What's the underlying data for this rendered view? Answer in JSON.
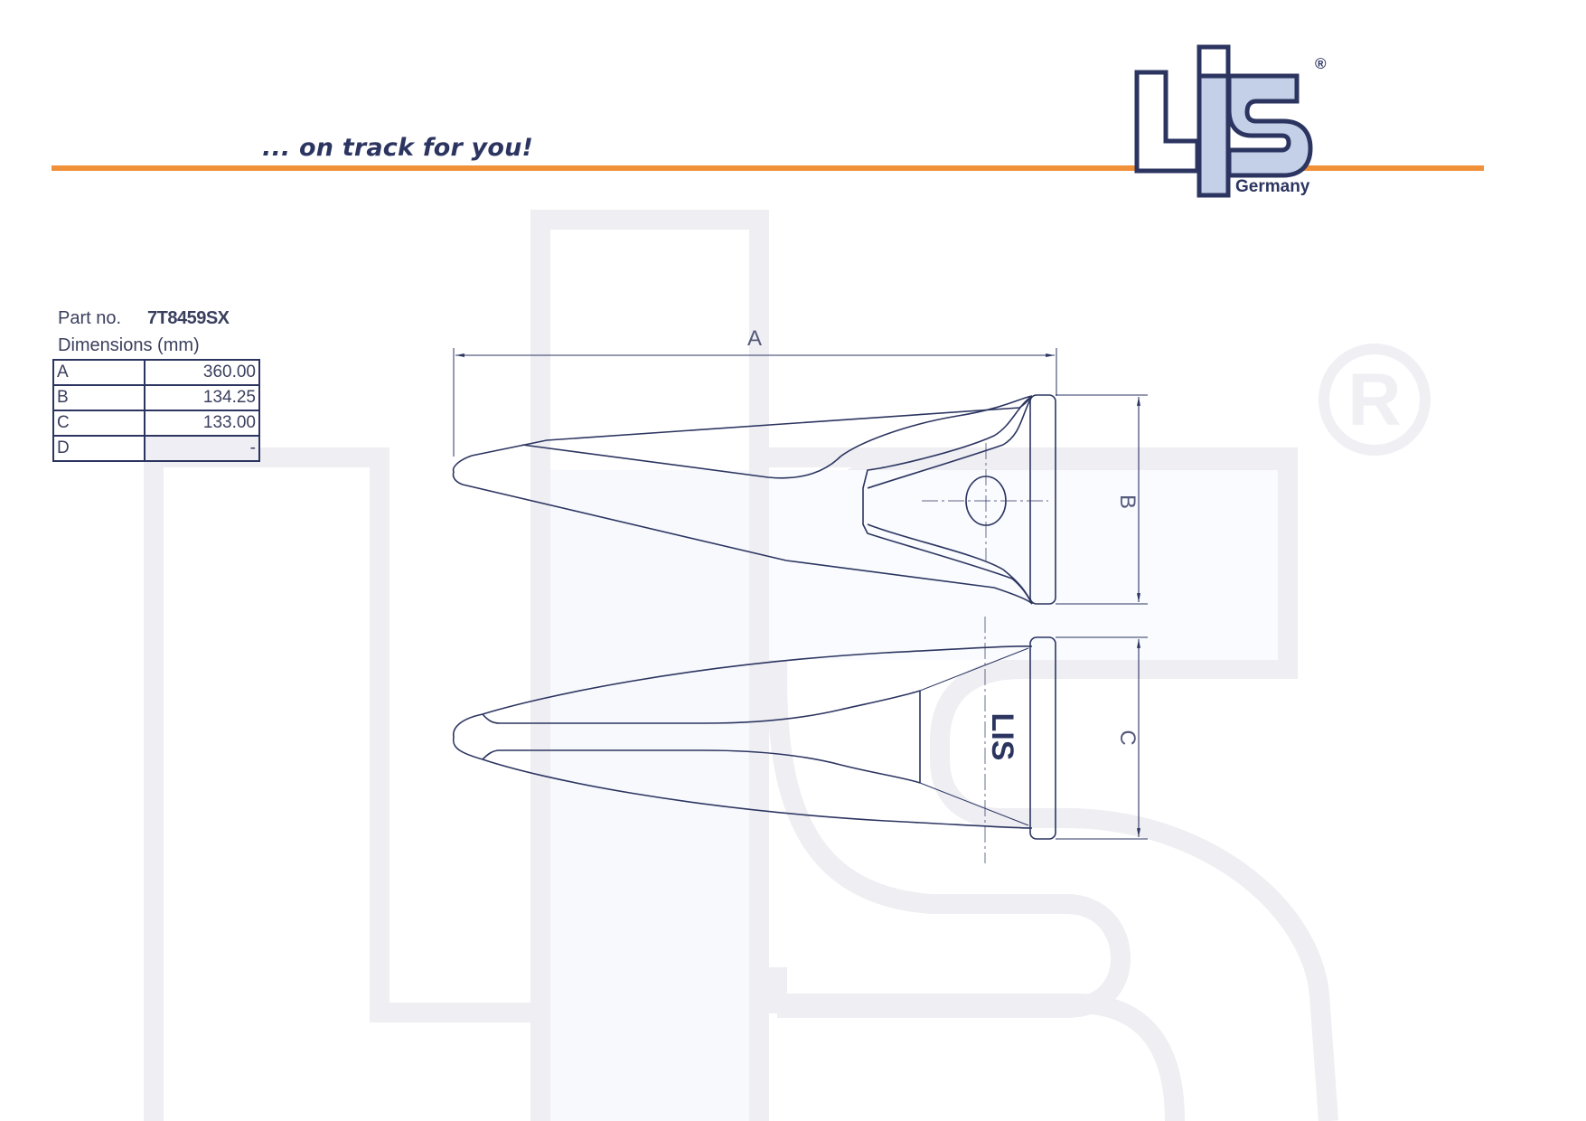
{
  "header": {
    "tagline": "... on track for you!",
    "brand": {
      "name": "LIS",
      "registered_mark": "®",
      "country": "Germany"
    },
    "rule_color": "#F0913A",
    "brand_color": "#2c3560",
    "brand_fill": "#c3d0e8"
  },
  "part": {
    "label": "Part no.",
    "number": "7T8459SX"
  },
  "dimensions": {
    "title": "Dimensions (mm)",
    "rows": [
      {
        "key": "A",
        "value": "360.00"
      },
      {
        "key": "B",
        "value": "134.25"
      },
      {
        "key": "C",
        "value": "133.00"
      },
      {
        "key": "D",
        "value": "-"
      }
    ]
  },
  "drawing": {
    "labels": {
      "a": "A",
      "b": "B",
      "c": "C"
    },
    "stamp": "LIS",
    "views": [
      "side-view",
      "top-view"
    ],
    "line_color": "#2c3560"
  },
  "watermark": {
    "text": "LIS",
    "registered_mark": "®",
    "color": "#efeff4"
  }
}
